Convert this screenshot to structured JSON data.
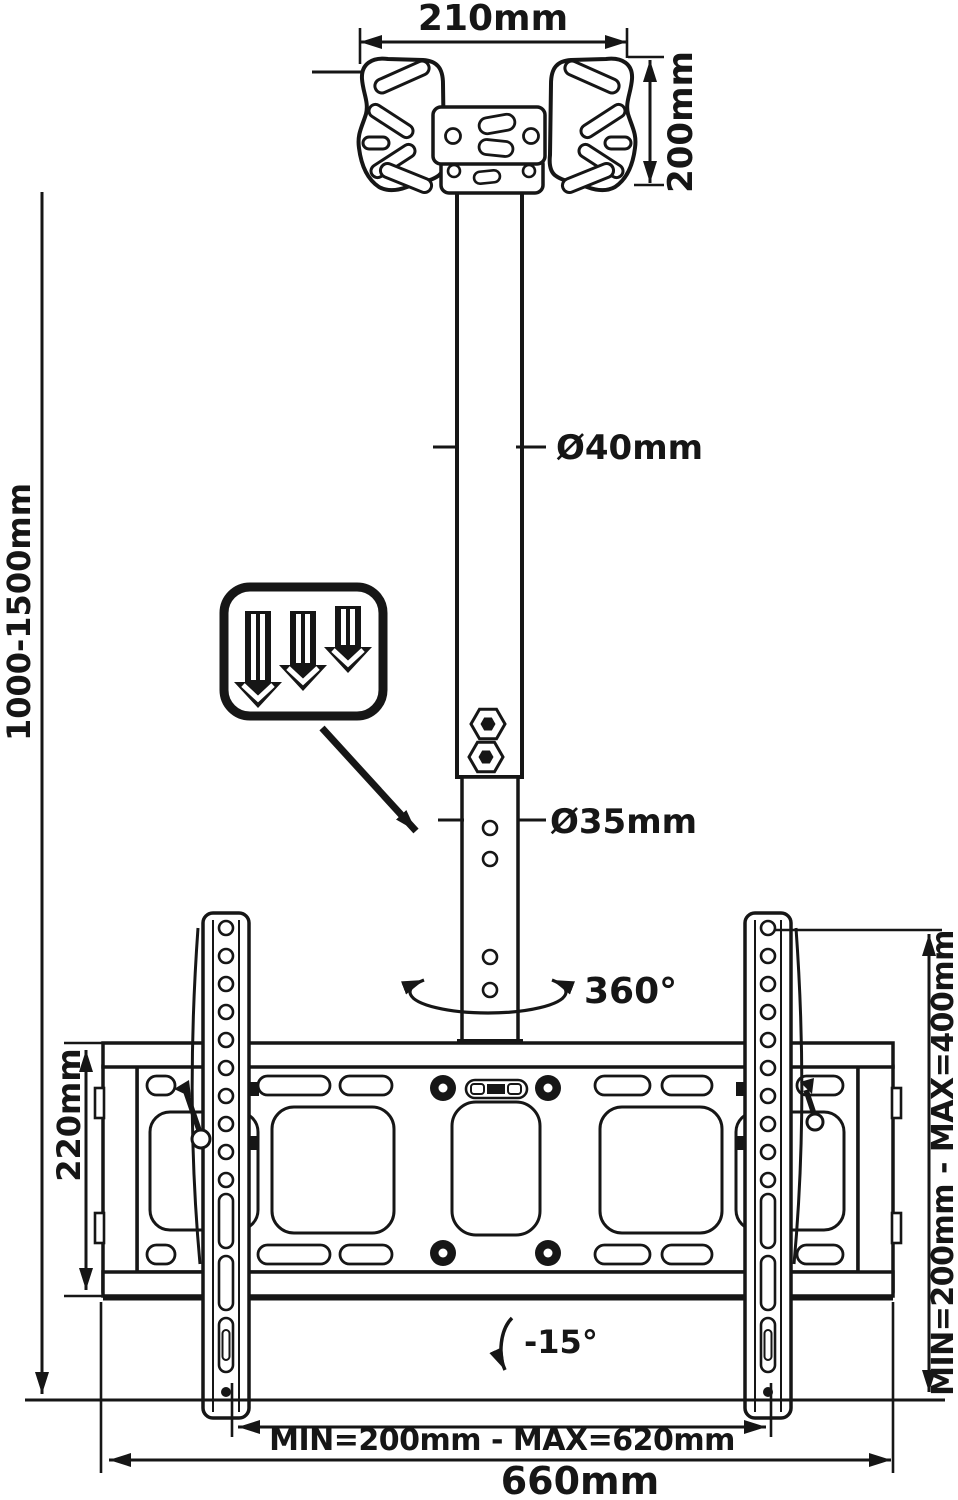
{
  "diagram": {
    "type": "technical-line-drawing",
    "subject": "ceiling TV mount bracket with telescoping pole",
    "labels": {
      "top_width": "210mm",
      "ceiling_plate_depth": "200mm",
      "upper_pole_diameter": "Ø40mm",
      "lower_pole_diameter": "Ø35mm",
      "swivel": "360°",
      "height_range": "1000-1500mm",
      "bracket_plate_height": "220mm",
      "tilt_angle": "-15°",
      "arm_spacing_range": "MIN=200mm  -  MAX=620mm",
      "plate_width": "660mm",
      "vesa_vertical_range": "MIN=200mm - MAX=400mm"
    },
    "icons": {
      "push_down_arrows": "three-downward-arrows (telescopic height adjustment)",
      "pointer_arrow": "diagonal callout arrow",
      "swivel_ellipse": "360-degree rotation arc",
      "tilt_arc": "downward tilt arc"
    },
    "colors": {
      "line": "#161616",
      "background": "#ffffff"
    }
  }
}
